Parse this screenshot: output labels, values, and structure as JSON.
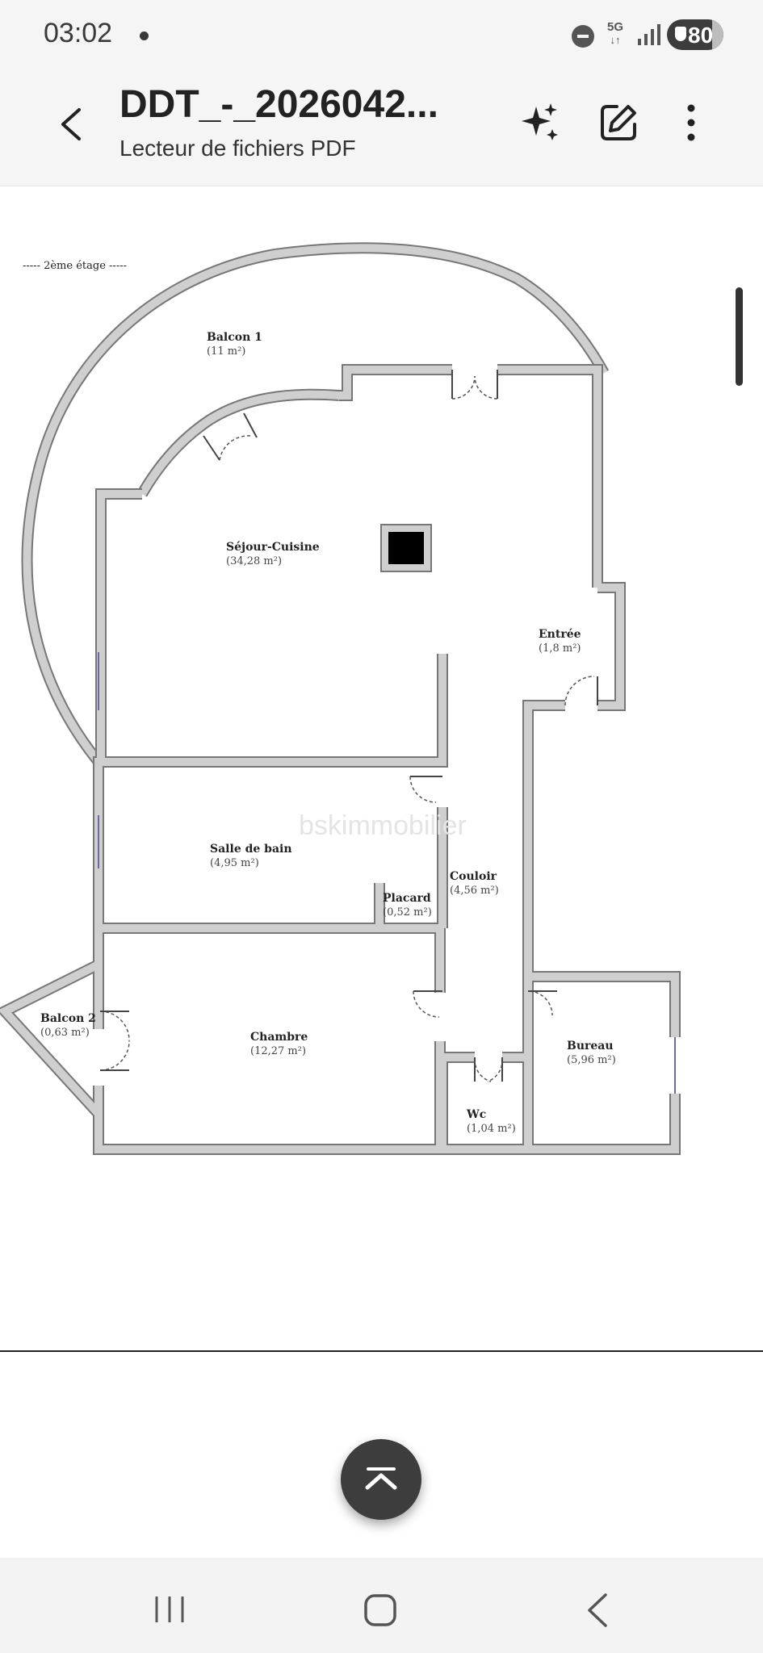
{
  "status": {
    "time": "03:02",
    "network": "5G",
    "battery": "80"
  },
  "appbar": {
    "title": "DDT_-_2026042...",
    "subtitle": "Lecteur de fichiers PDF"
  },
  "plan": {
    "floor_label": "----- 2ème étage -----",
    "watermark": "bskimmobilier",
    "rooms": {
      "balcon1": {
        "name": "Balcon 1",
        "area": "(11 m²)"
      },
      "sejour": {
        "name": "Séjour-Cuisine",
        "area": "(34,28 m²)"
      },
      "entree": {
        "name": "Entrée",
        "area": "(1,8 m²)"
      },
      "sdb": {
        "name": "Salle de bain",
        "area": "(4,95 m²)"
      },
      "couloir": {
        "name": "Couloir",
        "area": "(4,56 m²)"
      },
      "placard": {
        "name": "Placard",
        "area": "(0,52 m²)"
      },
      "balcon2": {
        "name": "Balcon 2",
        "area": "(0,63 m²)"
      },
      "chambre": {
        "name": "Chambre",
        "area": "(12,27 m²)"
      },
      "bureau": {
        "name": "Bureau",
        "area": "(5,96 m²)"
      },
      "wc": {
        "name": "Wc",
        "area": "(1,04 m²)"
      }
    }
  }
}
